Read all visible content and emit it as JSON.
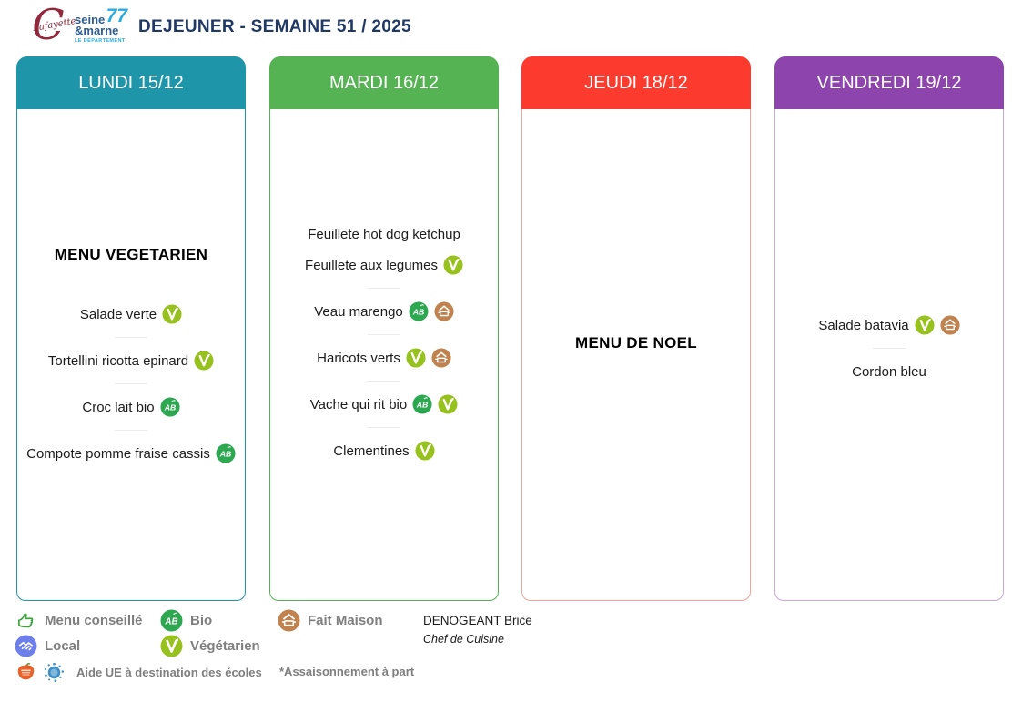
{
  "header": {
    "title": "DEJEUNER - SEMAINE 51 / 2025",
    "lafayette_initial": "C",
    "lafayette_text": "Lafayette",
    "dept_line1": "seine",
    "dept_line2": "&marne",
    "dept_number": "77",
    "dept_sub": "LE DÉPARTEMENT"
  },
  "columns": [
    {
      "day": "LUNDI 15/12",
      "color": "#1E95A8",
      "border_color": "#1E95A8",
      "heading": "MENU VEGETARIEN",
      "items": [
        {
          "label": "Salade verte",
          "icons": [
            "vegetarien"
          ],
          "divider_before": false
        },
        {
          "label": "Tortellini ricotta epinard",
          "icons": [
            "vegetarien"
          ],
          "divider_before": true
        },
        {
          "label": "Croc lait bio",
          "icons": [
            "bio"
          ],
          "divider_before": true
        },
        {
          "label": "Compote pomme fraise cassis",
          "icons": [
            "bio"
          ],
          "divider_before": true
        }
      ]
    },
    {
      "day": "MARDI 16/12",
      "color": "#56B354",
      "border_color": "#56B354",
      "heading": "",
      "items": [
        {
          "label": "Feuillete hot dog ketchup",
          "icons": [],
          "divider_before": false
        },
        {
          "label": "Feuillete aux legumes",
          "icons": [
            "vegetarien"
          ],
          "divider_before": false
        },
        {
          "label": "Veau marengo",
          "icons": [
            "bio",
            "fait_maison"
          ],
          "divider_before": true
        },
        {
          "label": "Haricots verts",
          "icons": [
            "vegetarien",
            "fait_maison"
          ],
          "divider_before": true
        },
        {
          "label": "Vache qui rit bio",
          "icons": [
            "bio",
            "vegetarien"
          ],
          "divider_before": true
        },
        {
          "label": "Clementines",
          "icons": [
            "vegetarien"
          ],
          "divider_before": true
        }
      ]
    },
    {
      "day": "JEUDI 18/12",
      "color": "#FC3A2D",
      "border_color": "#F5A29A",
      "heading": "MENU DE NOEL",
      "items": []
    },
    {
      "day": "VENDREDI 19/12",
      "color": "#8D44AC",
      "border_color": "#C9A6DC",
      "heading": "",
      "items": [
        {
          "label": "Salade batavia",
          "icons": [
            "vegetarien",
            "fait_maison"
          ],
          "divider_before": false
        },
        {
          "label": "Cordon bleu",
          "icons": [],
          "divider_before": true
        }
      ]
    }
  ],
  "legend": {
    "menu_conseille": "Menu conseillé",
    "bio": "Bio",
    "fait_maison": "Fait Maison",
    "local": "Local",
    "vegetarien": "Végétarien",
    "aide_ue": "Aide UE à destination des écoles",
    "assaisonnement": "*Assaisonnement à part"
  },
  "signature": {
    "name": "DENOGEANT Brice",
    "role": "Chef de Cuisine"
  },
  "icon_colors": {
    "bio": "#2EA751",
    "vegetarien": "#97C21E",
    "fait_maison": "#C0824E",
    "local": "#6D80E9",
    "menu_conseille": "#3BA33B",
    "fruit": "#E8622A",
    "eu": "#3E8FC4"
  }
}
